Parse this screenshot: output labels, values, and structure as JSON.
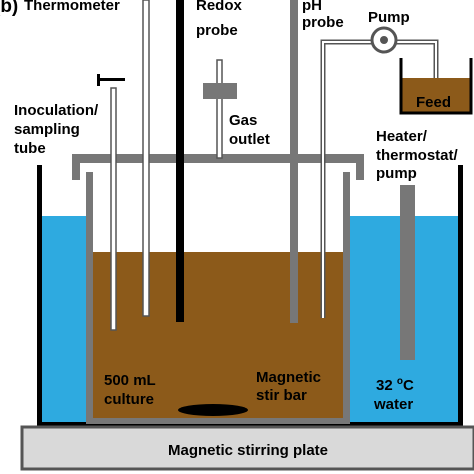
{
  "figure_letter": "(b)",
  "labels": {
    "thermometer": "Thermometer",
    "redox": [
      "Redox",
      "probe"
    ],
    "ph": [
      "pH",
      "probe"
    ],
    "pump": "Pump",
    "feed": "Feed",
    "inoculation": [
      "Inoculation/",
      "sampling",
      "tube"
    ],
    "gas": [
      "Gas",
      "outlet"
    ],
    "heater": [
      "Heater/",
      "thermostat/",
      "pump"
    ],
    "culture": [
      "500 mL",
      "culture"
    ],
    "stir_bar": [
      "Magnetic",
      "stir bar"
    ],
    "water_temp_value": "32 ",
    "water_temp_unit": "o",
    "water_temp_c": "C",
    "water": "water",
    "plate": "Magnetic stirring plate"
  },
  "colors": {
    "water": "#2eaae0",
    "culture": "#8c5a1a",
    "vessel_gray": "#777777",
    "plate_fill": "#d9d9d9",
    "probe_dark": "#000000",
    "tube_gray": "#8a8a8a"
  }
}
